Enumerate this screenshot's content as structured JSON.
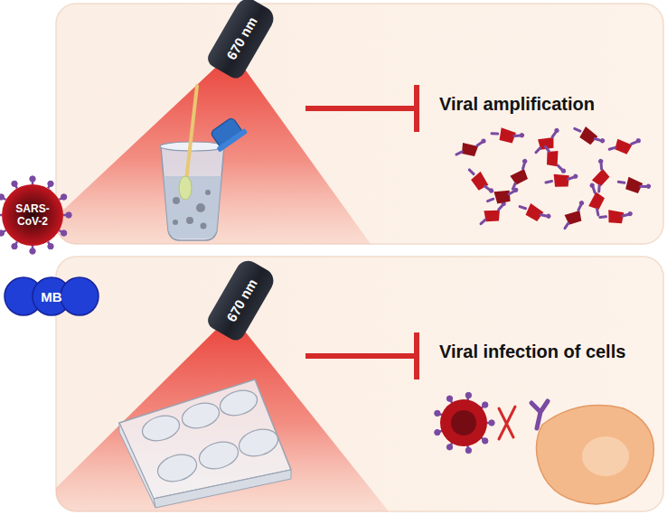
{
  "diagram": {
    "nodes": [
      {
        "text": [
          "SARS-CoV-2"
        ]
      },
      {
        "text": [
          "MB"
        ]
      },
      {
        "text": [
          "670 nm"
        ]
      },
      {
        "text": [
          "670 nm"
        ]
      }
    ],
    "labels": [
      "Viral amplification",
      "Viral infection of cells"
    ]
  }
}
